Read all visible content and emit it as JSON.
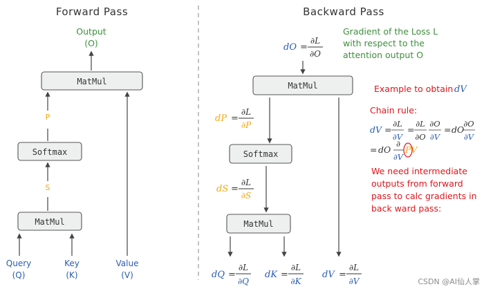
{
  "forward": {
    "title": "Forward Pass",
    "output_label": "Output",
    "output_sub": "(O)",
    "matmul_top": "MatMul",
    "p_label": "P",
    "softmax": "Softmax",
    "s_label": "S",
    "matmul_bottom": "MatMul",
    "query_label": "Query",
    "query_sub": "(Q)",
    "key_label": "Key",
    "key_sub": "(K)",
    "value_label": "Value",
    "value_sub": "(V)"
  },
  "backward": {
    "title": "Backward Pass",
    "dO_lhs": "dO",
    "eq": "=",
    "partial_L": "∂L",
    "partial_O": "∂O",
    "grad_note": [
      "Gradient of the Loss L",
      "with respect to the",
      "attention output O"
    ],
    "matmul_top": "MatMul",
    "dP_lhs": "dP",
    "partial_P": "∂P",
    "softmax": "Softmax",
    "dS_lhs": "dS",
    "partial_S": "∂S",
    "matmul_bottom": "MatMul",
    "dQ_lhs": "dQ",
    "partial_Q": "∂Q",
    "dK_lhs": "dK",
    "partial_K": "∂K",
    "dV_lhs": "dV",
    "partial_V": "∂V"
  },
  "example": {
    "title_text": "Example to obtain",
    "title_var": "dV",
    "chain_rule": "Chain rule:",
    "line1": {
      "dV": "dV",
      "eq": "=",
      "partial_L": "∂L",
      "partial_V": "∂V",
      "partial_O": "∂O",
      "dO": "dO"
    },
    "line2": {
      "eq": "=",
      "dO": "dO",
      "partial": "∂",
      "partial_V": "∂V",
      "PV": "PV"
    },
    "note": [
      "We need intermediate",
      "outputs from forward",
      "pass to calc gradients in",
      "back ward pass:"
    ]
  },
  "watermark": "CSDN @AI仙人掌",
  "colors": {
    "box_fill": "#eef0f0",
    "box_stroke": "#555555",
    "green": "#3d8f3d",
    "blue": "#2a5db0",
    "orange": "#f3a712",
    "red": "#e0151b",
    "divider": "#9a9a9a"
  }
}
